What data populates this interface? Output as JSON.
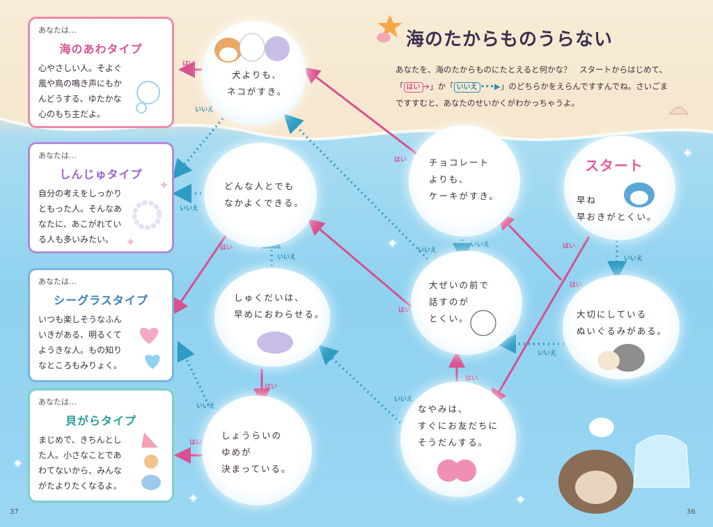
{
  "title": "海のたからものうらない",
  "intro": {
    "line_a": "あなたを、海のたからものにたとえると何かな？　スタートからはじめて、",
    "quote_open": "「",
    "hai_tag": "はい",
    "quote_mid": "」か「",
    "iie_tag": "いいえ",
    "quote_close": "」",
    "line_b": "のどちらかをえらんですすんでね。さいごま",
    "line_c": "ですすむと、あなたのせいかくがわかっちゃうよ。"
  },
  "results": [
    {
      "pre": "あなたは…",
      "name": "海のあわタイプ",
      "lines": [
        "心やさしい人。そよぐ",
        "風や鳥の鳴き声にもか",
        "んどうする、ゆたかな",
        "心のもち主だよ。"
      ]
    },
    {
      "pre": "あなたは…",
      "name": "しんじゅタイプ",
      "lines": [
        "自分の考えをしっかり",
        "ともった人。そんなあ",
        "なたに、あこがれてい",
        "る人も多いみたい。"
      ]
    },
    {
      "pre": "あなたは…",
      "name": "シーグラスタイプ",
      "lines": [
        "いつも楽しそうなふん",
        "いきがある、明るくて",
        "ようきな人。もの知り",
        "なところもみりょく。"
      ]
    },
    {
      "pre": "あなたは…",
      "name": "貝がらタイプ",
      "lines": [
        "まじめで、きちんとし",
        "た人。小さなことであ",
        "わてないから、みんな",
        "がたよりたくなるよ。"
      ]
    }
  ],
  "start": {
    "heading": "スタート",
    "lines": [
      "早ね",
      "早おきがとくい。"
    ]
  },
  "questions": [
    {
      "id": "q_inu",
      "lines": [
        "犬よりも、",
        "ネコがすき。"
      ]
    },
    {
      "id": "q_dondna",
      "lines": [
        "どんな人とでも",
        "なかよくできる。"
      ]
    },
    {
      "id": "q_shukudai",
      "lines": [
        "しゅくだいは、",
        "早めにおわらせる。"
      ]
    },
    {
      "id": "q_shourai",
      "lines": [
        "しょうらいの",
        "ゆめが",
        "決まっている。"
      ]
    },
    {
      "id": "q_choco",
      "lines": [
        "チョコレート",
        "よりも、",
        "ケーキがすき。"
      ]
    },
    {
      "id": "q_oozei",
      "lines": [
        "大ぜいの前で",
        "話すのが",
        "とくい。"
      ]
    },
    {
      "id": "q_nayami",
      "lines": [
        "なやみは、",
        "すぐにお友だちに",
        "そうだんする。"
      ]
    },
    {
      "id": "q_taisetsu",
      "lines": [
        "大切にしている",
        "ぬいぐるみがある。"
      ]
    }
  ],
  "answers": {
    "yes": "はい",
    "no": "いいえ"
  },
  "page_numbers": {
    "left": "37",
    "right": "36"
  },
  "colors": {
    "yes_arrow": "#d8508f",
    "no_arrow": "#2f9cc4",
    "title": "#3a3050"
  },
  "icons": [
    "starfish-icon",
    "shell-icon",
    "bubbles-icon",
    "pearl-necklace-icon",
    "heart-glass-icon",
    "seashell-icon",
    "animal-mascots"
  ]
}
